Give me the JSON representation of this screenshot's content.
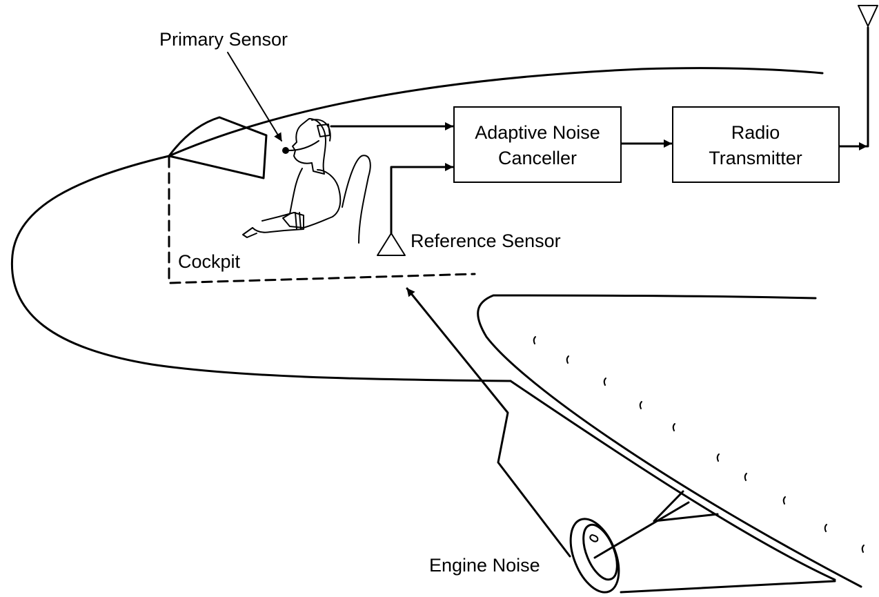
{
  "labels": {
    "primary_sensor": "Primary Sensor",
    "reference_sensor": "Reference Sensor",
    "cockpit": "Cockpit",
    "engine_noise": "Engine Noise"
  },
  "blocks": {
    "anc_line1": "Adaptive Noise",
    "anc_line2": "Canceller",
    "radio_line1": "Radio",
    "radio_line2": "Transmitter"
  },
  "colors": {
    "stroke": "#000000",
    "background": "#ffffff"
  }
}
